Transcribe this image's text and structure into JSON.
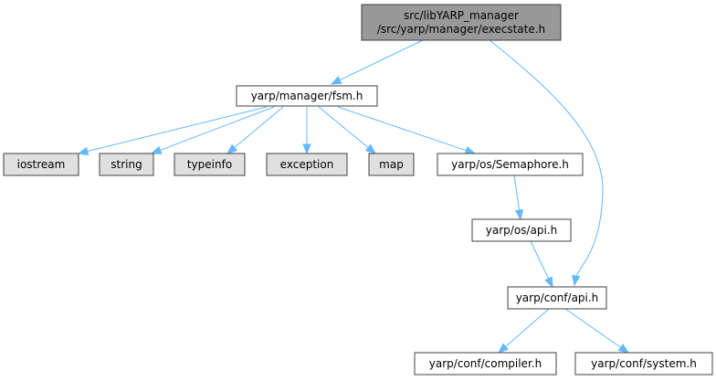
{
  "colors": {
    "root_fill": "#999999",
    "internal_fill": "#ffffff",
    "external_fill": "#e0e0e0",
    "node_border": "#404040",
    "external_border": "#999999",
    "edge": "#63b8ff"
  },
  "nodes": [
    {
      "id": "execstate",
      "lines": [
        "src/libYARP_manager",
        "/src/yarp/manager/execstate.h"
      ],
      "kind": "root"
    },
    {
      "id": "fsm",
      "lines": [
        "yarp/manager/fsm.h"
      ],
      "kind": "internal"
    },
    {
      "id": "iostream",
      "lines": [
        "iostream"
      ],
      "kind": "external"
    },
    {
      "id": "string",
      "lines": [
        "string"
      ],
      "kind": "external"
    },
    {
      "id": "typeinfo",
      "lines": [
        "typeinfo"
      ],
      "kind": "external"
    },
    {
      "id": "exception",
      "lines": [
        "exception"
      ],
      "kind": "external"
    },
    {
      "id": "map",
      "lines": [
        "map"
      ],
      "kind": "external"
    },
    {
      "id": "semaphore",
      "lines": [
        "yarp/os/Semaphore.h"
      ],
      "kind": "internal"
    },
    {
      "id": "osapi",
      "lines": [
        "yarp/os/api.h"
      ],
      "kind": "internal"
    },
    {
      "id": "confapi",
      "lines": [
        "yarp/conf/api.h"
      ],
      "kind": "internal"
    },
    {
      "id": "compiler",
      "lines": [
        "yarp/conf/compiler.h"
      ],
      "kind": "internal"
    },
    {
      "id": "system",
      "lines": [
        "yarp/conf/system.h"
      ],
      "kind": "internal"
    }
  ],
  "edges": [
    {
      "from": "execstate",
      "to": "fsm"
    },
    {
      "from": "execstate",
      "to": "confapi"
    },
    {
      "from": "fsm",
      "to": "iostream"
    },
    {
      "from": "fsm",
      "to": "string"
    },
    {
      "from": "fsm",
      "to": "typeinfo"
    },
    {
      "from": "fsm",
      "to": "exception"
    },
    {
      "from": "fsm",
      "to": "map"
    },
    {
      "from": "fsm",
      "to": "semaphore"
    },
    {
      "from": "semaphore",
      "to": "osapi"
    },
    {
      "from": "osapi",
      "to": "confapi"
    },
    {
      "from": "confapi",
      "to": "compiler"
    },
    {
      "from": "confapi",
      "to": "system"
    }
  ]
}
